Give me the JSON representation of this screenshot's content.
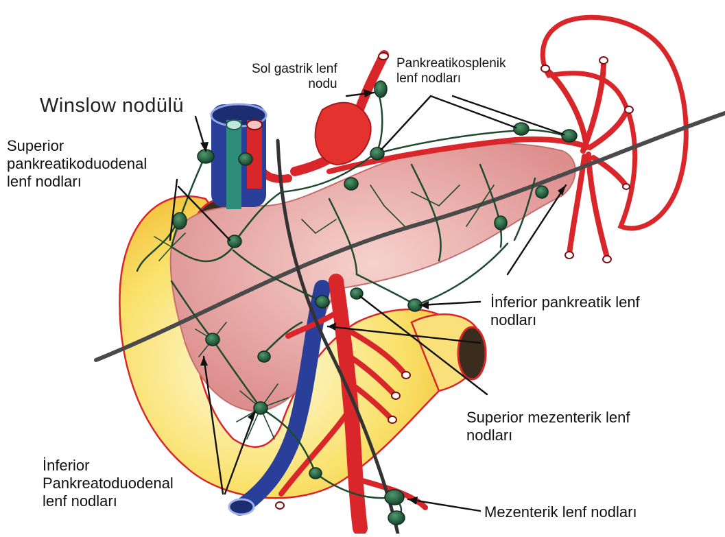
{
  "labels": {
    "winslow": [
      "Winslow nodülü"
    ],
    "sup_pd": [
      "Superior",
      "pankreatikoduodenal",
      "lenf nodları"
    ],
    "sol_gastrik": [
      "Sol gastrik lenf",
      "nodu"
    ],
    "pank_splenik": [
      "Pankreatikosplenik",
      "lenf nodları"
    ],
    "inf_pank": [
      "İnferior pankreatik lenf",
      "nodları"
    ],
    "sup_mez": [
      "Superior mezenterik lenf",
      "nodları"
    ],
    "inf_pd": [
      "İnferior",
      "Pankreatoduodenal",
      "lenf nodları"
    ],
    "mezenterik": [
      "Mezenterik lenf nodları"
    ]
  },
  "colors": {
    "artery": "#d8262b",
    "vein": "#2a3f9a",
    "portal": "#2e8c7a",
    "node": "#1f5a3c",
    "lymph_vessel": "#1e4a2e",
    "pancreas": "#e9a9a6",
    "duodenum": "#f7d84a",
    "spleen_outline": "#d8262b"
  }
}
